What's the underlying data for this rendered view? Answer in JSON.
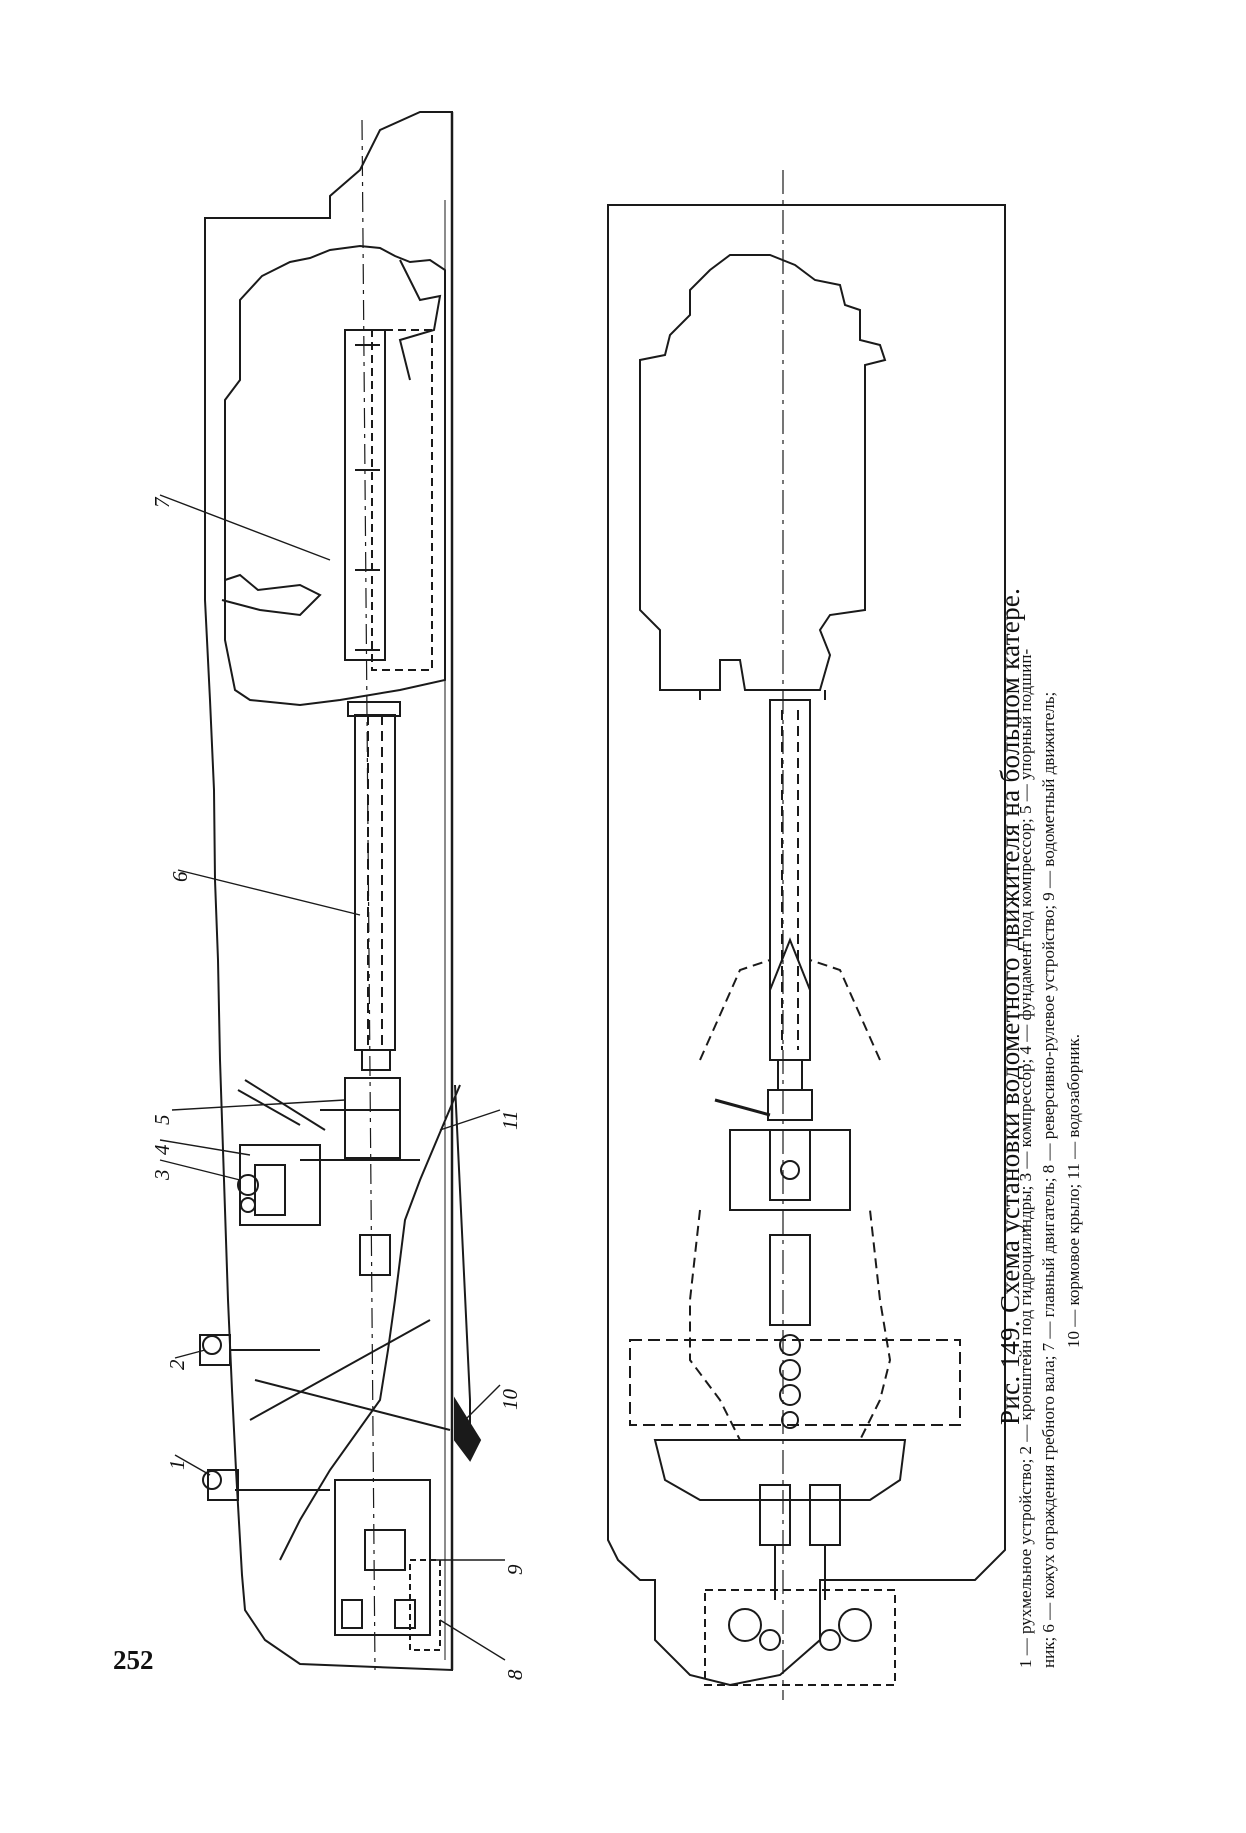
{
  "page": {
    "number": "252"
  },
  "figure": {
    "title": "Рис. 149. Схема установки водометного движителя на большом катере.",
    "legend_lines": [
      "1 — рухмельное устройство; 2 — кронштейн под гидроцилиндры; 3 — компрессор; 4 — фундамент под компрессор; 5 — упорный подшип-",
      "ник; 6 — кожух ограждения гребного вала; 7 — главный двигатель; 8 — реверсивно-рулевое устройство; 9 — водометный движитель;",
      "10 — кормовое крыло; 11 — водозаборник."
    ],
    "callouts": [
      "1",
      "2",
      "3",
      "4",
      "5",
      "6",
      "7",
      "8",
      "9",
      "10",
      "11"
    ]
  }
}
